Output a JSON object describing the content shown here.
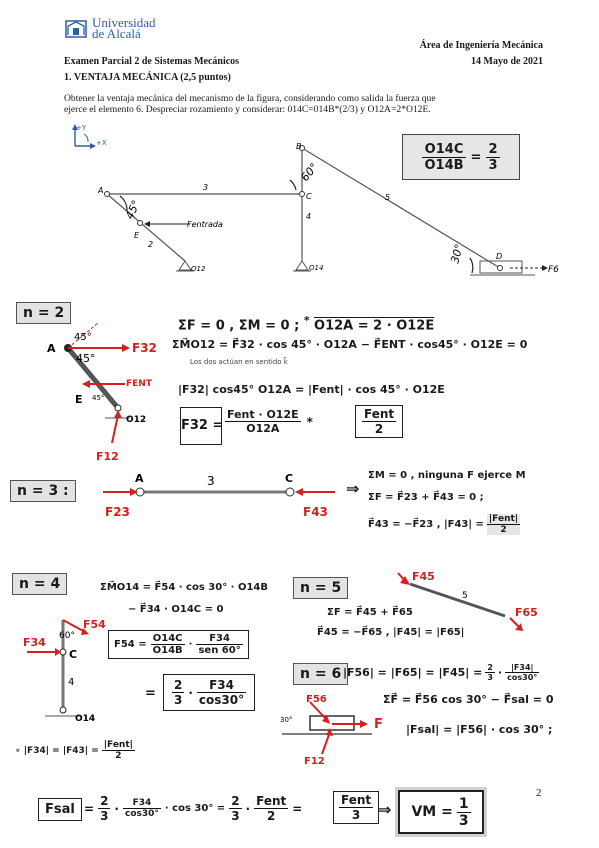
{
  "header": {
    "university_line1": "Universidad",
    "university_line2": "de Alcalá",
    "exam_title": "Examen Parcial 2 de Sistemas Mecánicos",
    "department": "Área de Ingeniería Mecánica",
    "date": "14 Mayo de 2021"
  },
  "question": {
    "title": "1. VENTAJA MECÁNICA (2,5 puntos)",
    "statement_line1": "Obtener la ventaja mecánica del mecanismo de la figura, considerando como salida la fuerza que",
    "statement_line2": "ejerce el elemento 6. Despreciar rozamiento y considerar: 014C=014B*(2/3) y O12A=2*O12E."
  },
  "figure": {
    "axis_y": "+Y",
    "axis_x": "+X",
    "label_A": "A",
    "label_B": "B",
    "label_C": "C",
    "label_D": "D",
    "label_E": "E",
    "label_O12": "O12",
    "label_O14": "O14",
    "link_2": "2",
    "link_3": "3",
    "link_4": "4",
    "link_5": "5",
    "angle_45": "45°",
    "angle_60": "60°",
    "angle_30": "30°",
    "f_entrada": "Fentrada",
    "f6": "F6",
    "ratio_num": "O14C",
    "ratio_den": "O14B",
    "ratio_val_num": "2",
    "ratio_val_den": "3"
  },
  "n2": {
    "label": "n = 2",
    "eq1": "ΣF = 0 , ΣM = 0 ;",
    "eq1_star": "*",
    "eq1_rel": "O12A = 2 · O12E",
    "eq2": "ΣM⃗O12 = F⃗32 · cos 45° · O12A − F⃗ENT · cos45° · O12E = 0",
    "note": "Los dos actúan en sentido k⃗",
    "eq3": "|F32| cos45° O12A = |Fent| · cos 45° · O12E",
    "f32_lhs": "F32 =",
    "f32_num": "Fent · O12E",
    "f32_den": "O12A",
    "f32_star": "*",
    "f32_res_num": "Fent",
    "f32_res_den": "2",
    "fig_A": "A",
    "fig_E": "E",
    "fig_O12": "O12",
    "fig_45a": "45°",
    "fig_45b": "45°",
    "fig_45c": "45°",
    "fig_F32": "F32",
    "fig_FENT": "FENT",
    "fig_F12": "F12"
  },
  "n3": {
    "label": "n = 3 :",
    "fig_A": "A",
    "fig_C": "C",
    "fig_3": "3",
    "fig_F23": "F23",
    "fig_F43": "F43",
    "arrow": "⇒",
    "eq1": "ΣM = 0 , ninguna F ejerce M",
    "eq2": "ΣF = F⃗23 + F⃗43 = 0 ;",
    "eq3a": "F⃗43 = −F⃗23 , |F43| =",
    "eq3_num": "|Fent|",
    "eq3_den": "2"
  },
  "n4": {
    "label": "n = 4",
    "eq1": "ΣM⃗O14 = F⃗54 · cos 30° · O14B",
    "eq1b": "− F⃗34 · O14C = 0",
    "f54_lhs": "F54 =",
    "f54_n1": "O14C",
    "f54_d1": "O14B",
    "f54_n2": "F34",
    "f54_d2": "sen 60°",
    "eq_eq": "=",
    "f54_c_num": "2",
    "f54_c_den": "3",
    "f54_f_num": "F34",
    "f54_f_den": "cos30°",
    "note": "∘ |F34| = |F43| =",
    "note_num": "|Fent|",
    "note_den": "2",
    "fig_F34": "F34",
    "fig_F54": "F54",
    "fig_60": "60°",
    "fig_C": "C",
    "fig_4": "4",
    "fig_O14": "O14"
  },
  "n5": {
    "label": "n = 5",
    "eq1": "ΣF = F⃗45 + F⃗65",
    "eq2": "F⃗45 = −F⃗65 , |F45| = |F65|",
    "fig_F45": "F45",
    "fig_F65": "F65",
    "fig_5": "5"
  },
  "n6": {
    "label": "n = 6",
    "eq1": "|F56| = |F65| = |F45| =",
    "eq1_c_num": "2",
    "eq1_c_den": "3",
    "eq1_f_num": "|F34|",
    "eq1_f_den": "cos30°",
    "eq2": "ΣF⃗ = F⃗56 cos 30° − F⃗sal = 0",
    "eq3": "|Fsal| = |F56| · cos 30° ;",
    "fig_F56": "F56",
    "fig_F12": "F12",
    "fig_F": "F",
    "fig_30": "30°"
  },
  "final": {
    "fsal": "Fsal",
    "eq": "=",
    "c_num": "2",
    "c_den": "3",
    "f_num": "F34",
    "f_den": "cos30°",
    "cosmul": "· cos 30° =",
    "c2_num": "2",
    "c2_den": "3",
    "f2_num": "Fent",
    "f2_den": "2",
    "r_num": "Fent",
    "r_den": "3",
    "arrow": "⇒",
    "vm": "VM =",
    "vm_num": "1",
    "vm_den": "3"
  },
  "page_number": "2",
  "colors": {
    "red": "#d42020",
    "blue": "#2e5fa3",
    "grey": "#e3e3e3"
  }
}
